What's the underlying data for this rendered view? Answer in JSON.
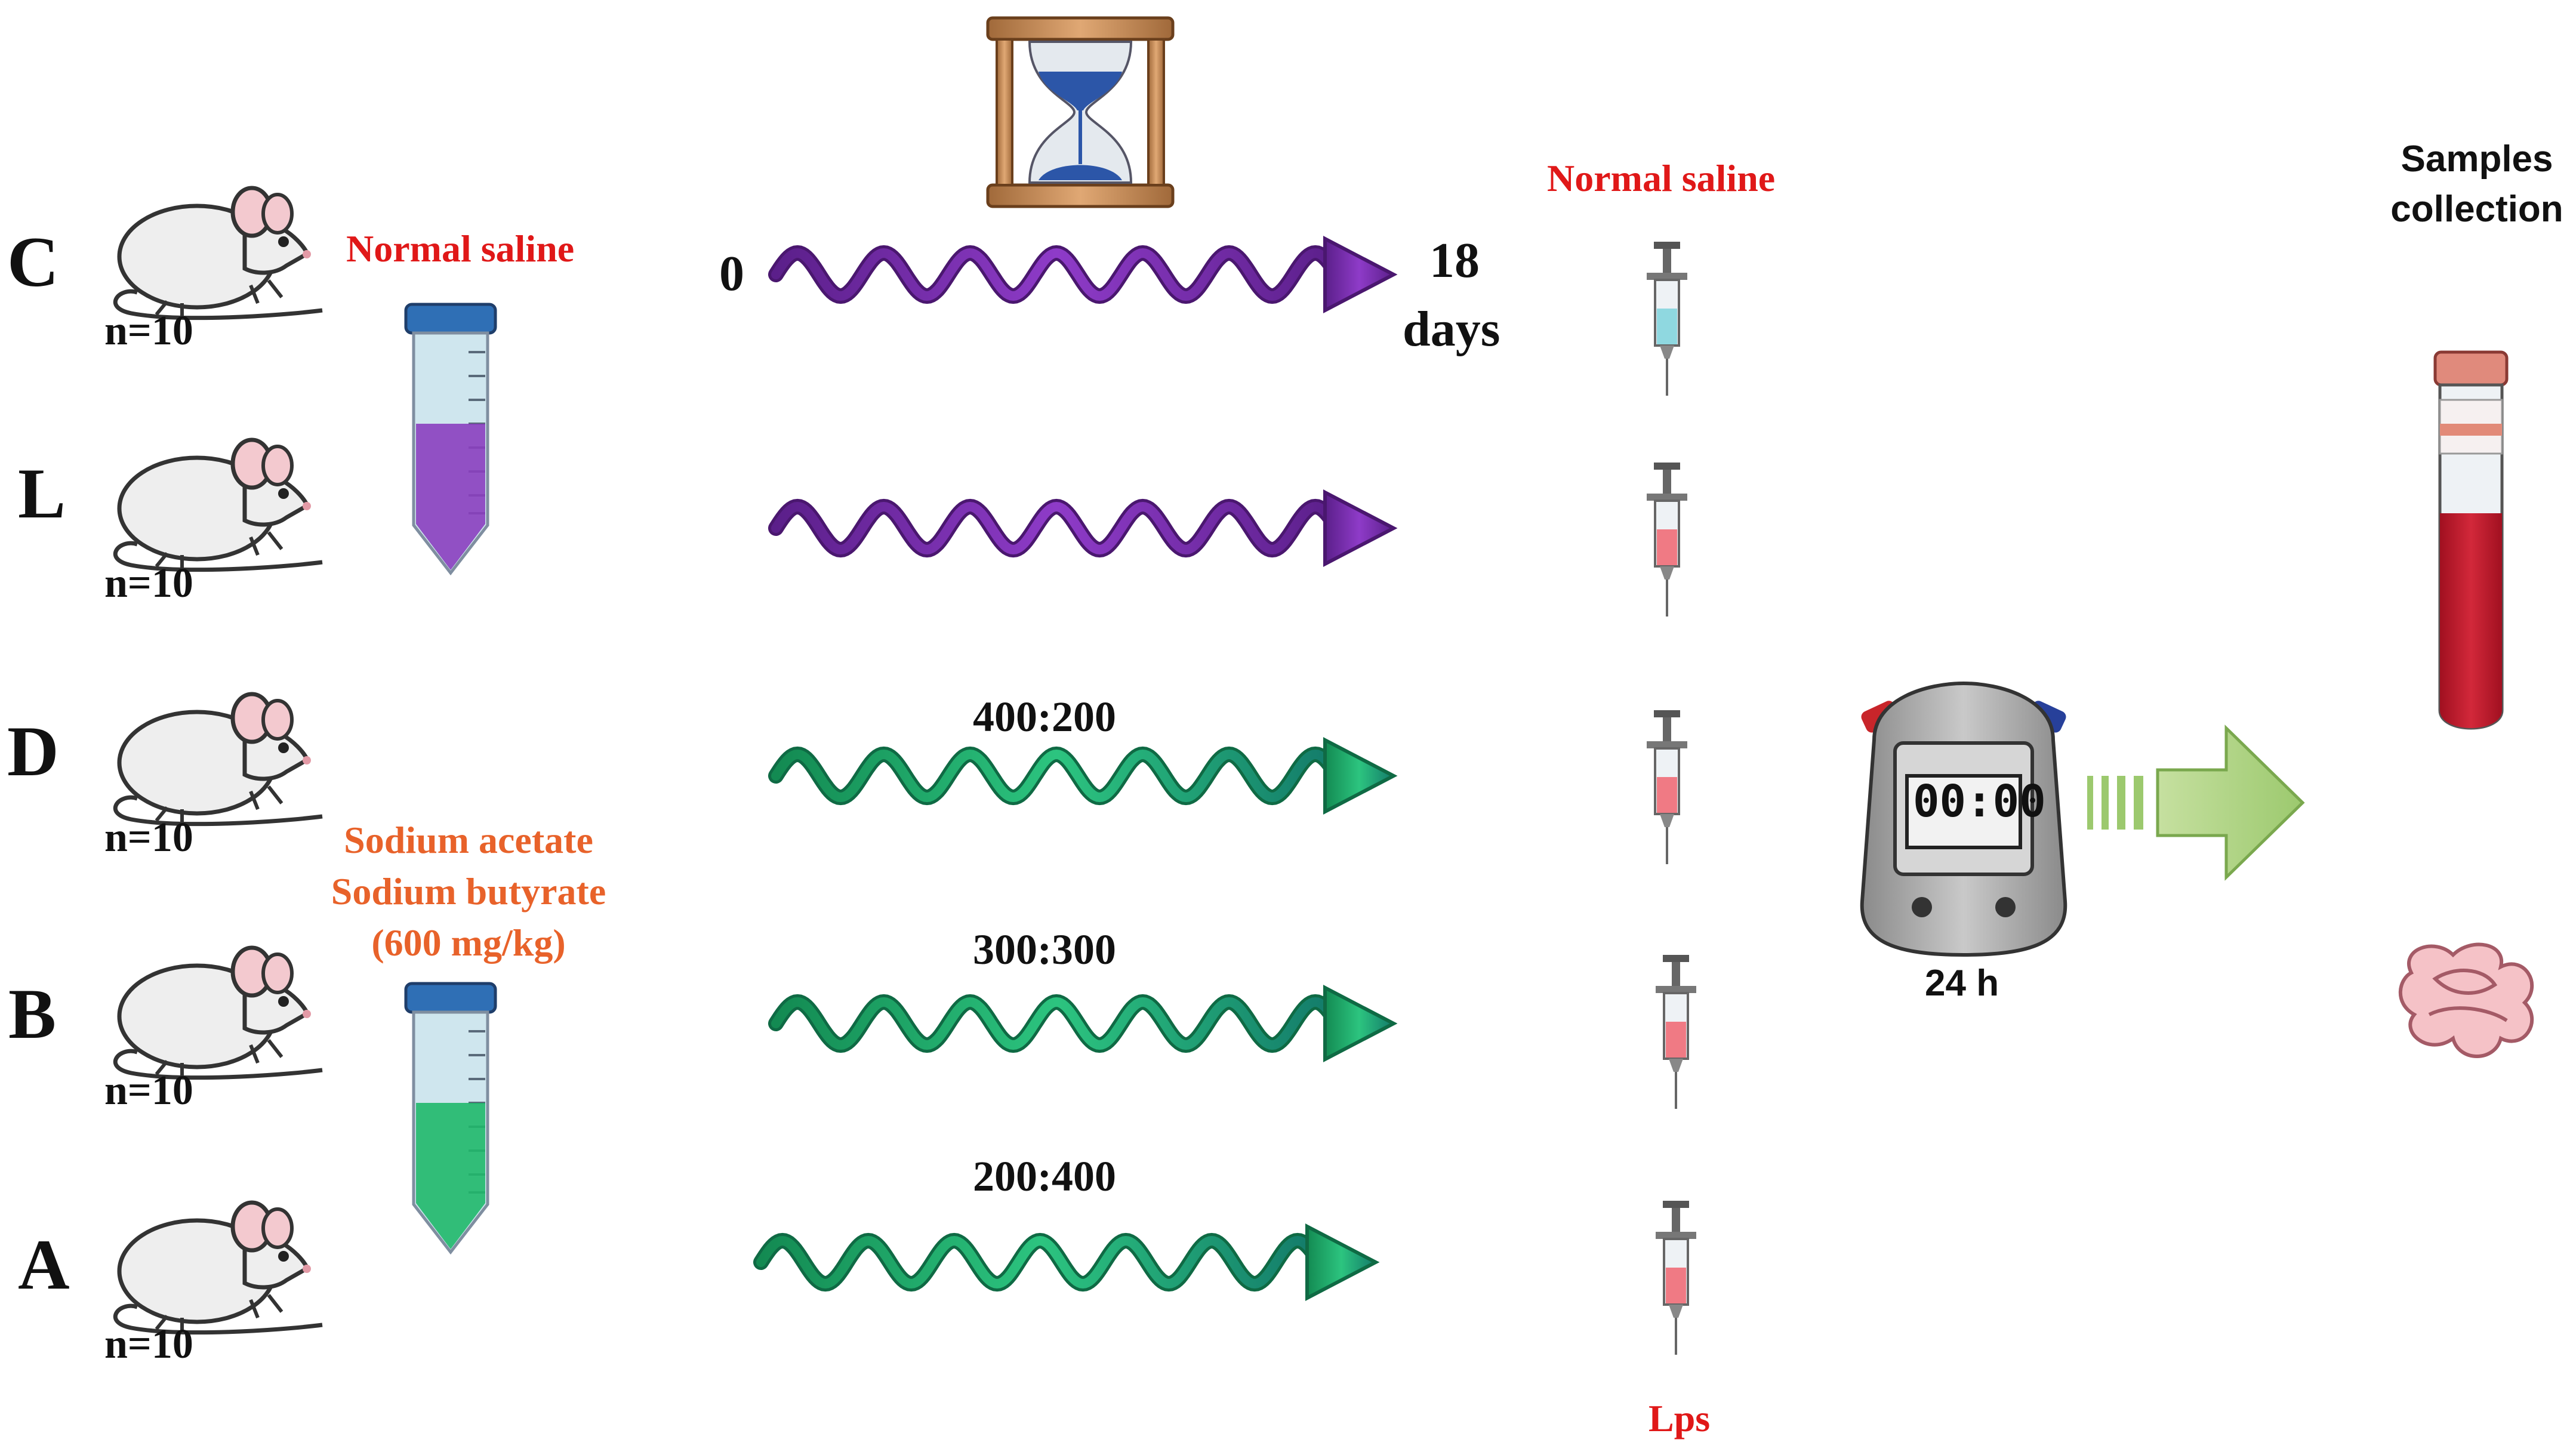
{
  "colors": {
    "purple": "#7b2fb0",
    "green": "#21a86a",
    "red_label": "#e01818",
    "orange_label": "#e8622a"
  },
  "groups": [
    {
      "label": "C",
      "n": "n=10"
    },
    {
      "label": "L",
      "n": "n=10"
    },
    {
      "label": "D",
      "n": "n=10"
    },
    {
      "label": "B",
      "n": "n=10"
    },
    {
      "label": "A",
      "n": "n=10"
    }
  ],
  "tubes": {
    "control_label": "Normal saline",
    "treatment_lines": [
      "Sodium acetate",
      "Sodium butyrate",
      "(600 mg/kg)"
    ]
  },
  "timeline": {
    "start": "0",
    "end_value": "18",
    "end_unit": "days",
    "ratios": [
      "400:200",
      "300:300",
      "200:400"
    ]
  },
  "injection": {
    "top_label": "Normal saline",
    "bottom_label": "Lps"
  },
  "stopwatch": {
    "display": "00:00",
    "duration": "24 h"
  },
  "samples": {
    "label_line1": "Samples",
    "label_line2": "collection"
  },
  "icons": [
    "mouse-icon",
    "hourglass-icon",
    "falcon-tube-icon",
    "syringe-icon",
    "stopwatch-icon",
    "blood-tube-icon",
    "intestine-icon",
    "arrow-icon"
  ]
}
